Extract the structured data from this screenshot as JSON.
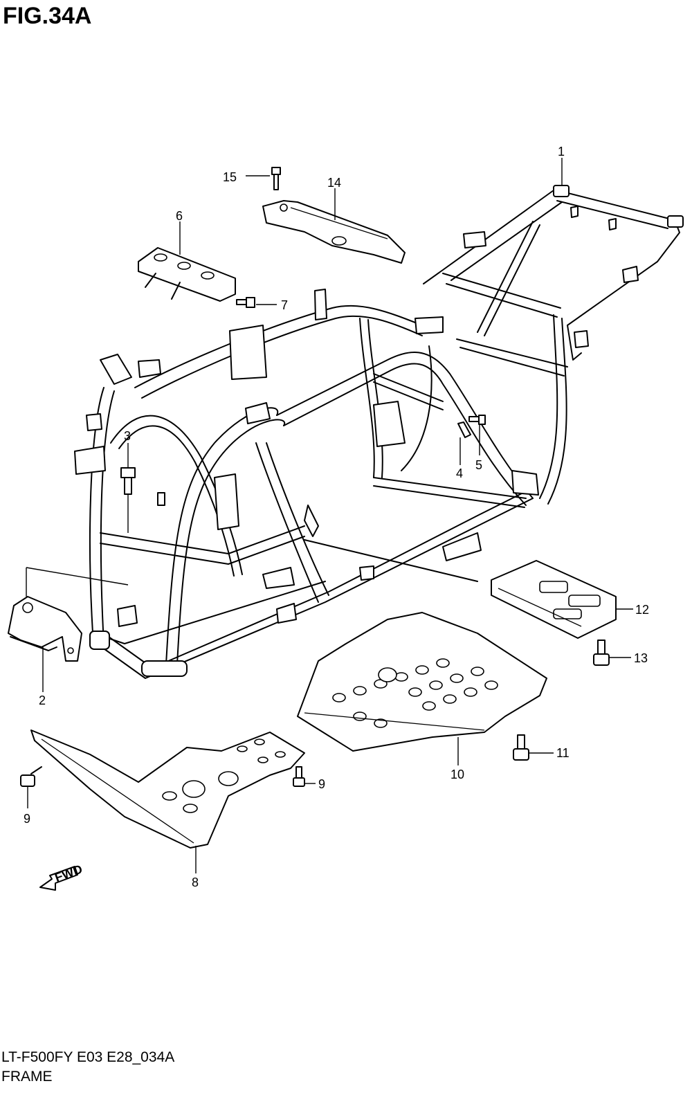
{
  "figure": {
    "title": "FIG.34A"
  },
  "footer": {
    "model_code": "LT-F500FY E03 E28_034A",
    "section_name": "FRAME"
  },
  "fwd_arrow": {
    "label": "FWD"
  },
  "callouts": [
    {
      "id": "c1",
      "label": "1"
    },
    {
      "id": "c15",
      "label": "15"
    },
    {
      "id": "c14",
      "label": "14"
    },
    {
      "id": "c6",
      "label": "6"
    },
    {
      "id": "c7",
      "label": "7"
    },
    {
      "id": "c3",
      "label": "3"
    },
    {
      "id": "c4",
      "label": "4"
    },
    {
      "id": "c5",
      "label": "5"
    },
    {
      "id": "c12",
      "label": "12"
    },
    {
      "id": "c13",
      "label": "13"
    },
    {
      "id": "c2",
      "label": "2"
    },
    {
      "id": "c11",
      "label": "11"
    },
    {
      "id": "c10",
      "label": "10"
    },
    {
      "id": "c9a",
      "label": "9"
    },
    {
      "id": "c9b",
      "label": "9"
    },
    {
      "id": "c8",
      "label": "8"
    }
  ]
}
